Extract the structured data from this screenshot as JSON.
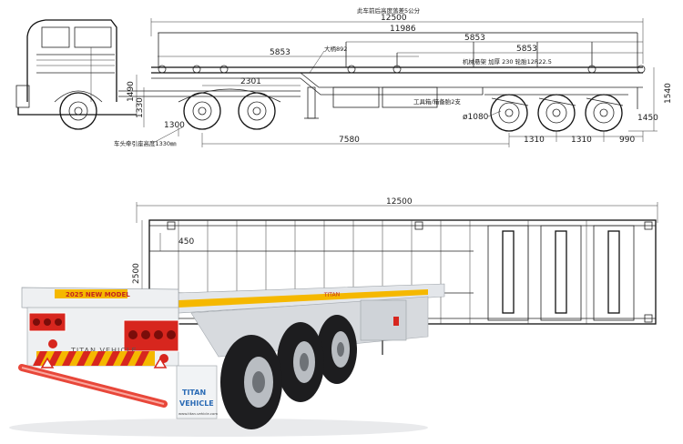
{
  "side_view": {
    "height_note": "此车前后高度落差5公分",
    "overall_length": "12500",
    "frame_length": "11986",
    "deck_segment_a": "5853",
    "deck_segment_b": "5853",
    "deck_segment_c": "5853",
    "kingpin_label": "大柄892",
    "suspension_note": "机械悬架 加厚 230  轮胎12R22.5",
    "tool_box_note": "工具箱/箱备胎2支",
    "tractor_dim": "2301",
    "height_1490": "1490",
    "height_1330": "1330",
    "fifth_wheel_1300": "1300",
    "fifth_wheel_note": "车头牵引座高度1330㎜",
    "wheel_dia": "ø1080",
    "kingpin_to_axle": "7580",
    "axle_spacing_1": "1310",
    "axle_spacing_2": "1310",
    "rear_overhang": "990",
    "deck_height": "1540",
    "rear_offset": "1450"
  },
  "top_view": {
    "length": "12500",
    "width": "2500",
    "edge_offset": "450"
  },
  "photo": {
    "side_board_label": "2025 NEW MODEL",
    "side_brand": "TITAN",
    "rear_brand_line1": "TITAN",
    "rear_brand_line2": "VEHICLE",
    "rear_panel_brand": "TITAN VEHICLE",
    "mudflap_line1": "TITAN",
    "mudflap_line2": "VEHICLE",
    "mudflap_small": "www.titan-vehicle.com"
  },
  "colors": {
    "line": "#222222",
    "stripe_red": "#d7261e",
    "stripe_yellow": "#f5b800",
    "bumper_red": "#e8473a",
    "trailer_white": "#eef0f2",
    "tire_black": "#1d1d1f",
    "rim_gray": "#b9bdc2"
  }
}
